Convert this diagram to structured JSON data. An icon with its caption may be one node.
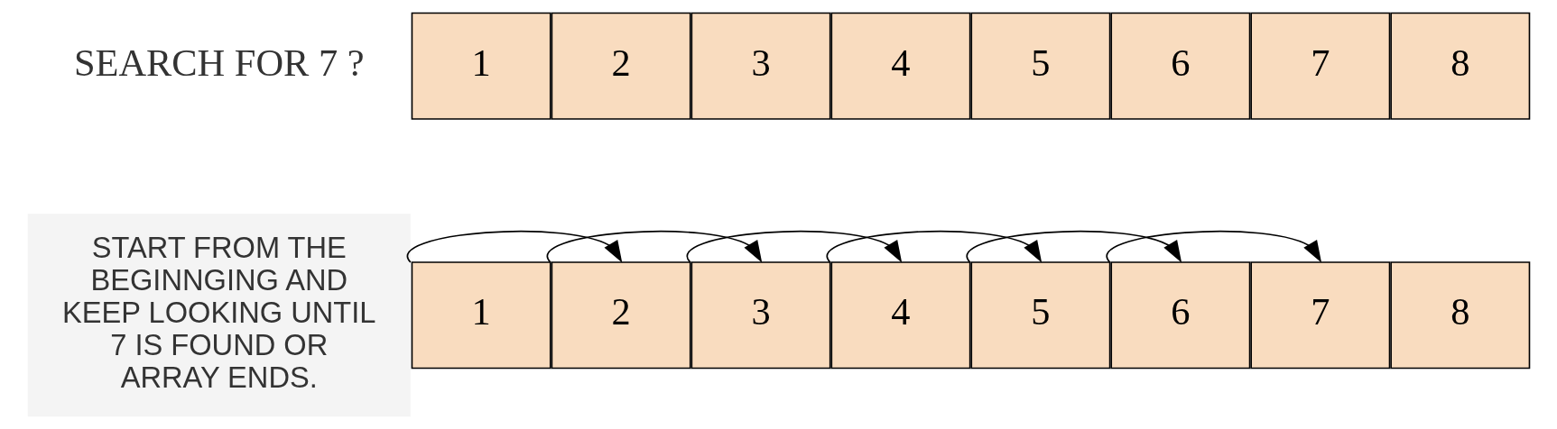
{
  "diagram": {
    "nodes": [
      {
        "text": [
          "1"
        ]
      },
      {
        "text": [
          "2"
        ]
      },
      {
        "text": [
          "3"
        ]
      },
      {
        "text": [
          "4"
        ]
      },
      {
        "text": [
          "5"
        ]
      },
      {
        "text": [
          "6"
        ]
      },
      {
        "text": [
          "7"
        ]
      },
      {
        "text": [
          "8"
        ]
      },
      {
        "text": [
          "START FROM THE BEGINNGING AND KEEP LOOKING UNTIL 7 IS FOUND OR ARRAY ENDS."
        ]
      },
      {
        "text": [
          "1"
        ]
      },
      {
        "text": [
          "2"
        ]
      },
      {
        "text": [
          "3"
        ]
      },
      {
        "text": [
          "4"
        ]
      },
      {
        "text": [
          "5"
        ]
      },
      {
        "text": [
          "6"
        ]
      },
      {
        "text": [
          "7"
        ]
      },
      {
        "text": [
          "8"
        ]
      }
    ],
    "edges": [
      {
        "from": 9,
        "to": 10,
        "arrow": "to"
      },
      {
        "from": 10,
        "to": 11,
        "arrow": "to"
      },
      {
        "from": 11,
        "to": 12,
        "arrow": "to"
      },
      {
        "from": 12,
        "to": 13,
        "arrow": "to"
      },
      {
        "from": 13,
        "to": 14,
        "arrow": "to"
      },
      {
        "from": 14,
        "to": 15,
        "arrow": "to"
      }
    ],
    "labels": [
      "SEARCH FOR 7 ?"
    ]
  }
}
